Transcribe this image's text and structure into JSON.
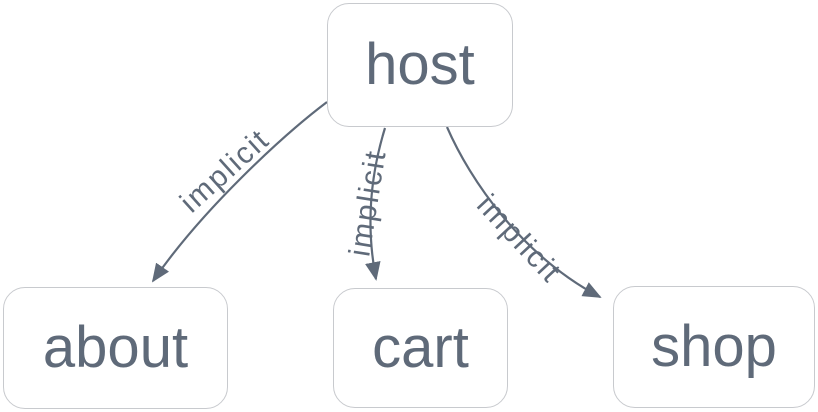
{
  "diagram": {
    "type": "dependency-graph",
    "nodes": [
      {
        "id": "host",
        "label": "host"
      },
      {
        "id": "about",
        "label": "about"
      },
      {
        "id": "cart",
        "label": "cart"
      },
      {
        "id": "shop",
        "label": "shop"
      }
    ],
    "edges": [
      {
        "from": "host",
        "to": "about",
        "label": "implicit"
      },
      {
        "from": "host",
        "to": "cart",
        "label": "implicit"
      },
      {
        "from": "host",
        "to": "shop",
        "label": "implicit"
      }
    ],
    "colors": {
      "background": "#ffffff",
      "node_border": "#c8cace",
      "node_fill": "#ffffff",
      "text": "#5f6a79",
      "edge": "#5f6a79"
    }
  }
}
